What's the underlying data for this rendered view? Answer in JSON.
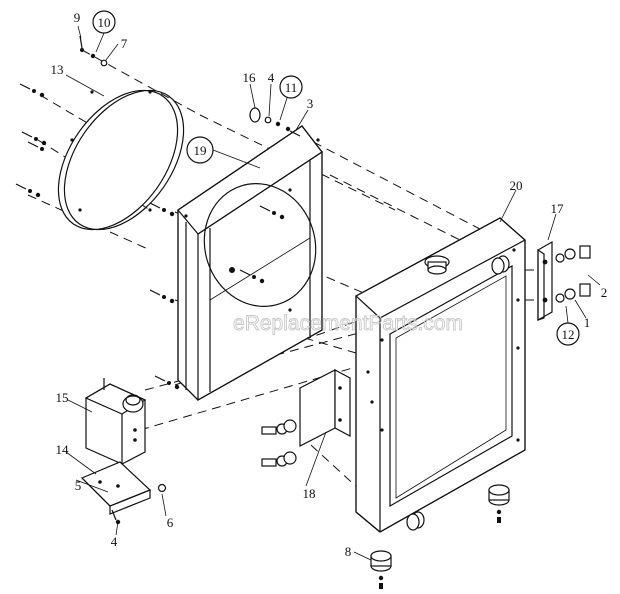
{
  "watermark": "eReplacementParts.com",
  "callouts": [
    {
      "id": "c1",
      "text": "1"
    },
    {
      "id": "c2",
      "text": "2"
    },
    {
      "id": "c3",
      "text": "3"
    },
    {
      "id": "c4a",
      "text": "4"
    },
    {
      "id": "c4b",
      "text": "4"
    },
    {
      "id": "c5",
      "text": "5"
    },
    {
      "id": "c6",
      "text": "6"
    },
    {
      "id": "c7",
      "text": "7"
    },
    {
      "id": "c8",
      "text": "8"
    },
    {
      "id": "c9",
      "text": "9"
    },
    {
      "id": "c10",
      "text": "10"
    },
    {
      "id": "c11",
      "text": "11"
    },
    {
      "id": "c12",
      "text": "12"
    },
    {
      "id": "c13",
      "text": "13"
    },
    {
      "id": "c14",
      "text": "14"
    },
    {
      "id": "c15",
      "text": "15"
    },
    {
      "id": "c16",
      "text": "16"
    },
    {
      "id": "c17",
      "text": "17"
    },
    {
      "id": "c18",
      "text": "18"
    },
    {
      "id": "c19",
      "text": "19"
    },
    {
      "id": "c20",
      "text": "20"
    }
  ]
}
